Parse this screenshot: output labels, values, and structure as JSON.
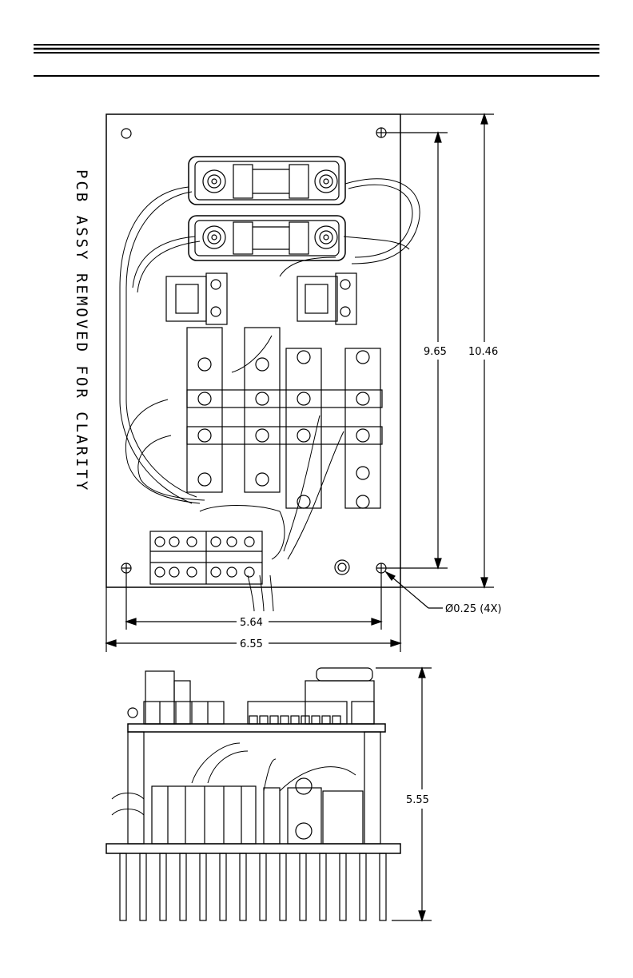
{
  "side_label": "PCB ASSY REMOVED FOR CLARITY",
  "dimensions": {
    "inner_height": "9.65",
    "outer_height": "10.46",
    "hole_spacing": "5.64",
    "overall_width": "6.55",
    "hole_diameter": "Ø0.25 (4X)",
    "side_height": "5.55"
  }
}
